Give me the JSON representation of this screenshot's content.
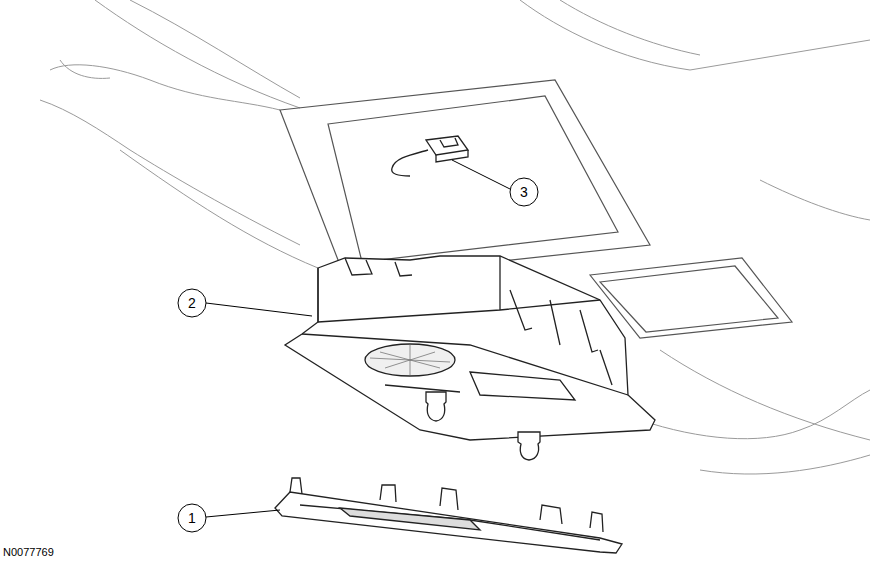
{
  "diagram": {
    "labels": [
      "3",
      "2",
      "1",
      "N0077769"
    ]
  }
}
